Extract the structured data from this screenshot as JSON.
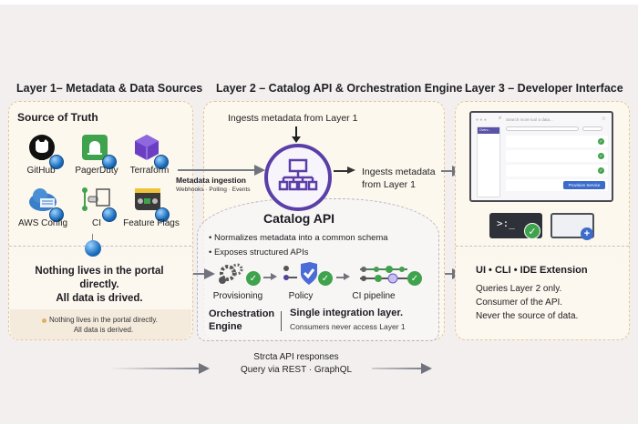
{
  "layers": {
    "layer1": {
      "title": "Layer 1– Metadata & Data Sources",
      "section_title": "Source of Truth",
      "sources": [
        {
          "name": "GitHub",
          "icon": "github-icon"
        },
        {
          "name": "PagerDuty",
          "icon": "pagerduty-icon"
        },
        {
          "name": "Terraform",
          "icon": "terraform-icon"
        },
        {
          "name": "AWS Config",
          "icon": "aws-config-icon"
        },
        {
          "name": "CI",
          "icon": "ci-icon"
        },
        {
          "name": "Feature Flags",
          "icon": "feature-flags-icon"
        }
      ],
      "statement_line1": "Nothing lives in the portal",
      "statement_line2": "directly.",
      "statement_line3": "All data is drived.",
      "note_line1": "Nothing lives in the portal directly.",
      "note_line2": "All data is derived."
    },
    "layer2": {
      "title": "Layer 2 – Catalog API & Orchestration Engine",
      "ingest_top": "Ingests metadata from Layer 1",
      "ingest_right_line1": "Ingests metadata",
      "ingest_right_line2": "from Layer 1",
      "ingestion_label": "Metadata ingestion",
      "ingestion_sub": "Webhooks · Polling · Events",
      "api_title": "Catalog API",
      "bullets": [
        "Normalizes metadata into a common schema",
        "Exposes structured APIs"
      ],
      "pipeline": [
        {
          "name": "Provisioning",
          "icon": "gears-icon"
        },
        {
          "name": "Policy",
          "icon": "shield-check-icon"
        },
        {
          "name": "CI pipeline",
          "icon": "pipeline-icon"
        }
      ],
      "engine_line1": "Orchestration",
      "engine_line2": "Engine",
      "integration_title": "Single  integration layer.",
      "integration_sub": "Consumers never access Layer 1"
    },
    "layer3": {
      "title": "Layer 3 – Developer Interface",
      "mock": {
        "search_placeholder": "Search more tool a data...",
        "sidebar_header": "Overv...",
        "action_button": "Provision Service"
      },
      "interfaces_title": "UI • CLI • IDE Extension",
      "lines": [
        "Queries Layer 2 only.",
        "Consumer of the API.",
        "Never the source of data."
      ]
    }
  },
  "bottom": {
    "line1": "Strcta API responses",
    "line2": "Query via REST · GraphQL"
  },
  "colors": {
    "accent_purple": "#5b3fa8",
    "check_green": "#3fa34d",
    "box_border": "#e3c79b",
    "button_blue": "#3b6ccc"
  }
}
